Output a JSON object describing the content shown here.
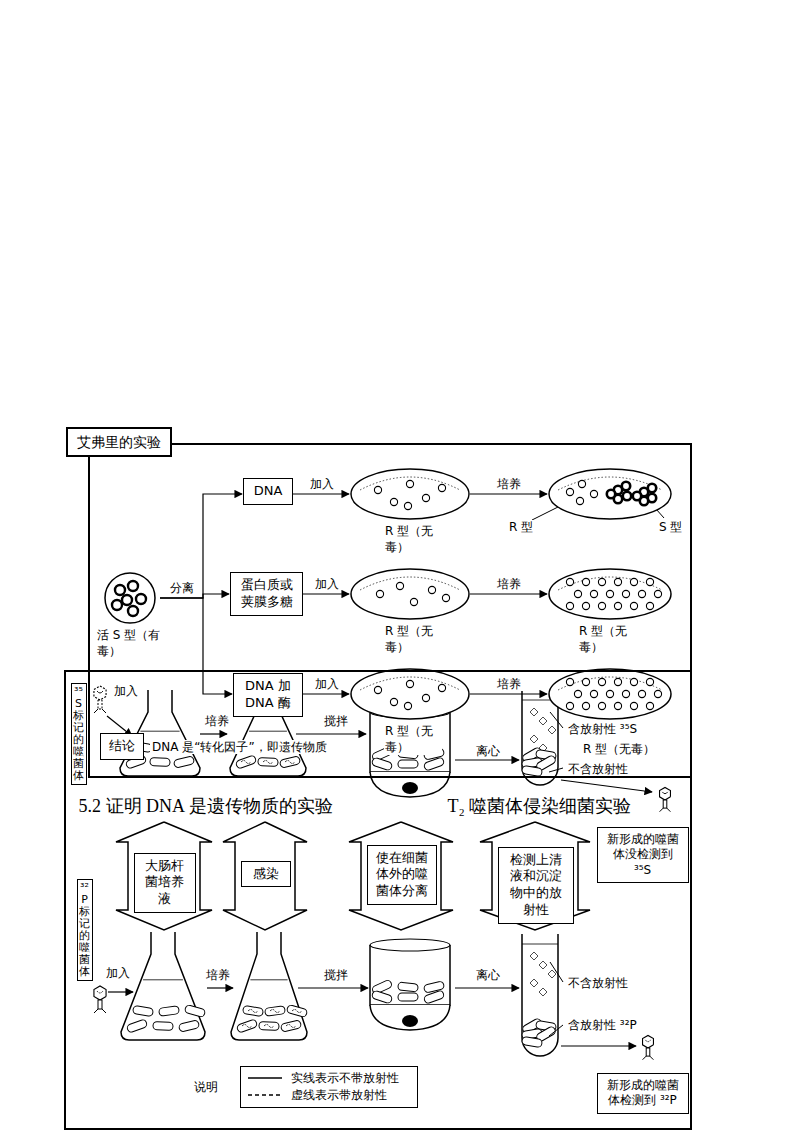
{
  "diagram": {
    "nodes": [
      {
        "text": [
          "艾弗里的实验"
        ]
      },
      {
        "text": [
          "活 S 型（有毒）"
        ],
        "in": 0
      },
      {
        "text": [
          "DNA"
        ],
        "in": 0
      },
      {
        "text": [
          "蛋白质或荚膜多糖"
        ],
        "in": 0
      },
      {
        "text": [
          "DNA 加 DNA 酶"
        ],
        "in": 0
      },
      {
        "text": [
          "R 型（无毒）"
        ],
        "in": 0
      },
      {
        "text": [
          "R 型",
          "S 型"
        ],
        "in": 0
      },
      {
        "text": [
          "R 型（无毒）"
        ],
        "in": 0
      },
      {
        "text": [
          "R 型（无毒）"
        ],
        "in": 0
      },
      {
        "text": [
          "R 型（无毒）"
        ],
        "in": 0
      },
      {
        "text": [
          "R 型（无毒）"
        ],
        "in": 0
      },
      {
        "text": [
          "结论"
        ],
        "in": 0
      },
      {
        "text": [
          "5.2 证明 DNA 是遗传物质的实验",
          "T₂ 噬菌体侵染细菌实验"
        ]
      },
      {
        "text": [
          "³⁵S标记的噬菌体"
        ],
        "in": 12
      },
      {
        "text": [
          "大肠杆菌培养液"
        ],
        "in": 12
      },
      {
        "text": [
          "感染"
        ],
        "in": 12
      },
      {
        "text": [
          "使在细菌体外的噬菌体分离"
        ],
        "in": 12
      },
      {
        "text": [
          "检测上清液和沉淀物中的放射性"
        ],
        "in": 12
      },
      {
        "text": [
          "新形成的噬菌体没检测到 ³⁵S"
        ],
        "in": 12
      },
      {
        "text": [
          "³²P标记的噬菌体"
        ],
        "in": 12
      },
      {
        "text": [
          "新形成的噬菌体检测到 ³²P"
        ],
        "in": 12
      }
    ],
    "edges": [
      {
        "from": 1,
        "to": 2,
        "arrow": "to"
      },
      {
        "from": 1,
        "to": 3,
        "label": "分离",
        "arrow": "to"
      },
      {
        "from": 1,
        "to": 4,
        "arrow": "to"
      },
      {
        "from": 2,
        "to": 5,
        "label": "加入",
        "arrow": "to"
      },
      {
        "from": 5,
        "to": 6,
        "label": "培养",
        "arrow": "to"
      },
      {
        "from": 3,
        "to": 7,
        "label": "加入",
        "arrow": "to"
      },
      {
        "from": 7,
        "to": 8,
        "label": "培养",
        "arrow": "to"
      },
      {
        "from": 4,
        "to": 9,
        "label": "加入",
        "arrow": "to"
      },
      {
        "from": 9,
        "to": 10,
        "label": "培养",
        "arrow": "to"
      }
    ],
    "labels": [
      "DNA 是“转化因子”，即遗传物质",
      "加入",
      "培养",
      "搅拌",
      "离心",
      "含放射性 ³⁵S",
      "不含放射性",
      "加入",
      "培养",
      "搅拌",
      "离心",
      "不含放射性",
      "含放射性 ³²P",
      "说明"
    ],
    "legend": [
      {
        "text": "实线表示不带放射性"
      },
      {
        "text": "虚线表示带放射性"
      }
    ]
  }
}
